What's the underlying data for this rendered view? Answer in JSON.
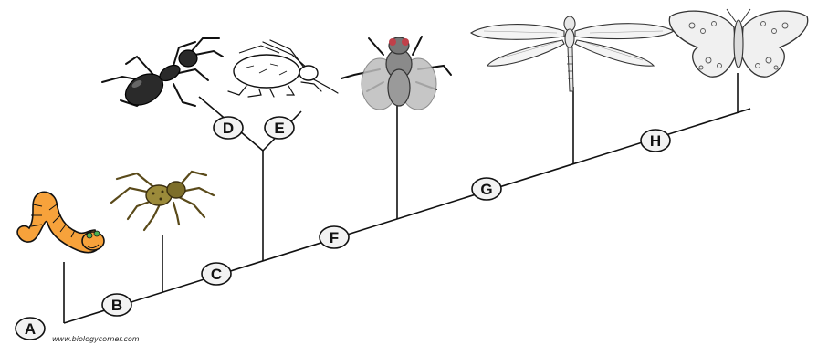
{
  "labels": {
    "a": "A",
    "b": "B",
    "c": "C",
    "d": "D",
    "e": "E",
    "f": "F",
    "g": "G",
    "h": "H"
  },
  "credit": "www.biologycorner.com",
  "organisms": [
    "worm-icon",
    "spider-icon",
    "ant-icon",
    "aphid-icon",
    "fly-icon",
    "dragonfly-icon",
    "butterfly-icon"
  ],
  "colors": {
    "worm": "#f7a23b",
    "spider": "#8a7a2c",
    "fly": "#9a9a9a",
    "line": "#111111"
  }
}
